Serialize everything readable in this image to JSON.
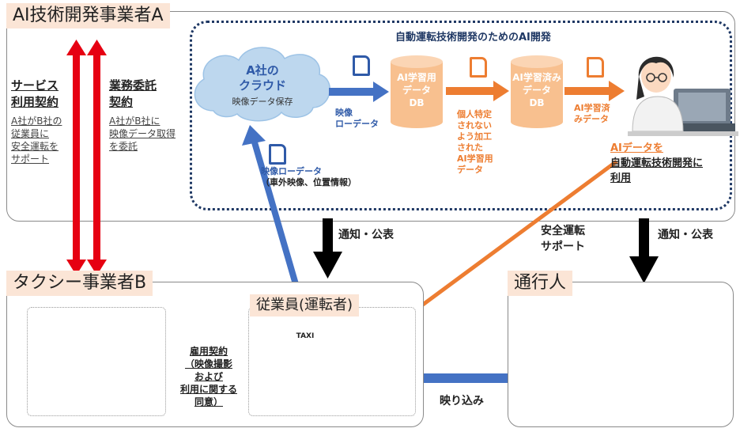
{
  "company_a": {
    "title": "AI技術開発事業者A",
    "contract1_title_1": "サービス",
    "contract1_title_2": "利用契約",
    "contract1_desc": [
      "A社がB社の",
      "従業員に",
      "安全運転を",
      "サポート"
    ],
    "contract2_title_1": "業務委託",
    "contract2_title_2": "契約",
    "contract2_desc": [
      "A社がB社に",
      "映像データ取得",
      "を委託"
    ]
  },
  "ai_dev": {
    "title": "自動運転技術開発のためのAI開発",
    "cloud_title_1": "A社の",
    "cloud_title_2": "クラウド",
    "cloud_sub": "映像データ保存",
    "raw_data_label_1": "映像",
    "raw_data_label_2": "ローデータ",
    "db1": [
      "AI学習用",
      "データ",
      "DB"
    ],
    "processed_label": [
      "個人特定",
      "されない",
      "よう加工",
      "された",
      "AI学習用",
      "データ"
    ],
    "db2": [
      "AI学習済み",
      "データ",
      "DB"
    ],
    "trained_label_1": "AI学習済",
    "trained_label_2": "みデータ",
    "use_label_1": "AIデータを",
    "use_label_2": "自動運転技術開発に",
    "use_label_3": "利用"
  },
  "upload": {
    "label": "映像ローデータ",
    "sub": "（車外映像、位置情報）"
  },
  "notice": {
    "left": "通知・公表",
    "right": "通知・公表"
  },
  "safety_support_1": "安全運転",
  "safety_support_2": "サポート",
  "company_b": {
    "title": "タクシー事業者B",
    "employment_1": "雇用契約",
    "employment_2": "（映像撮影",
    "employment_3": "および",
    "employment_4": "利用に関する",
    "employment_5": "同意）"
  },
  "driver": {
    "title": "従業員(運転者)",
    "taxi_sign": "TAXI"
  },
  "pedestrian": {
    "title": "通行人"
  },
  "captured": "映り込み",
  "colors": {
    "red": "#e60012",
    "blue": "#4472c4",
    "orange": "#ed7d31",
    "navy": "#1f3864",
    "title_bg": "#fbe5d6"
  }
}
